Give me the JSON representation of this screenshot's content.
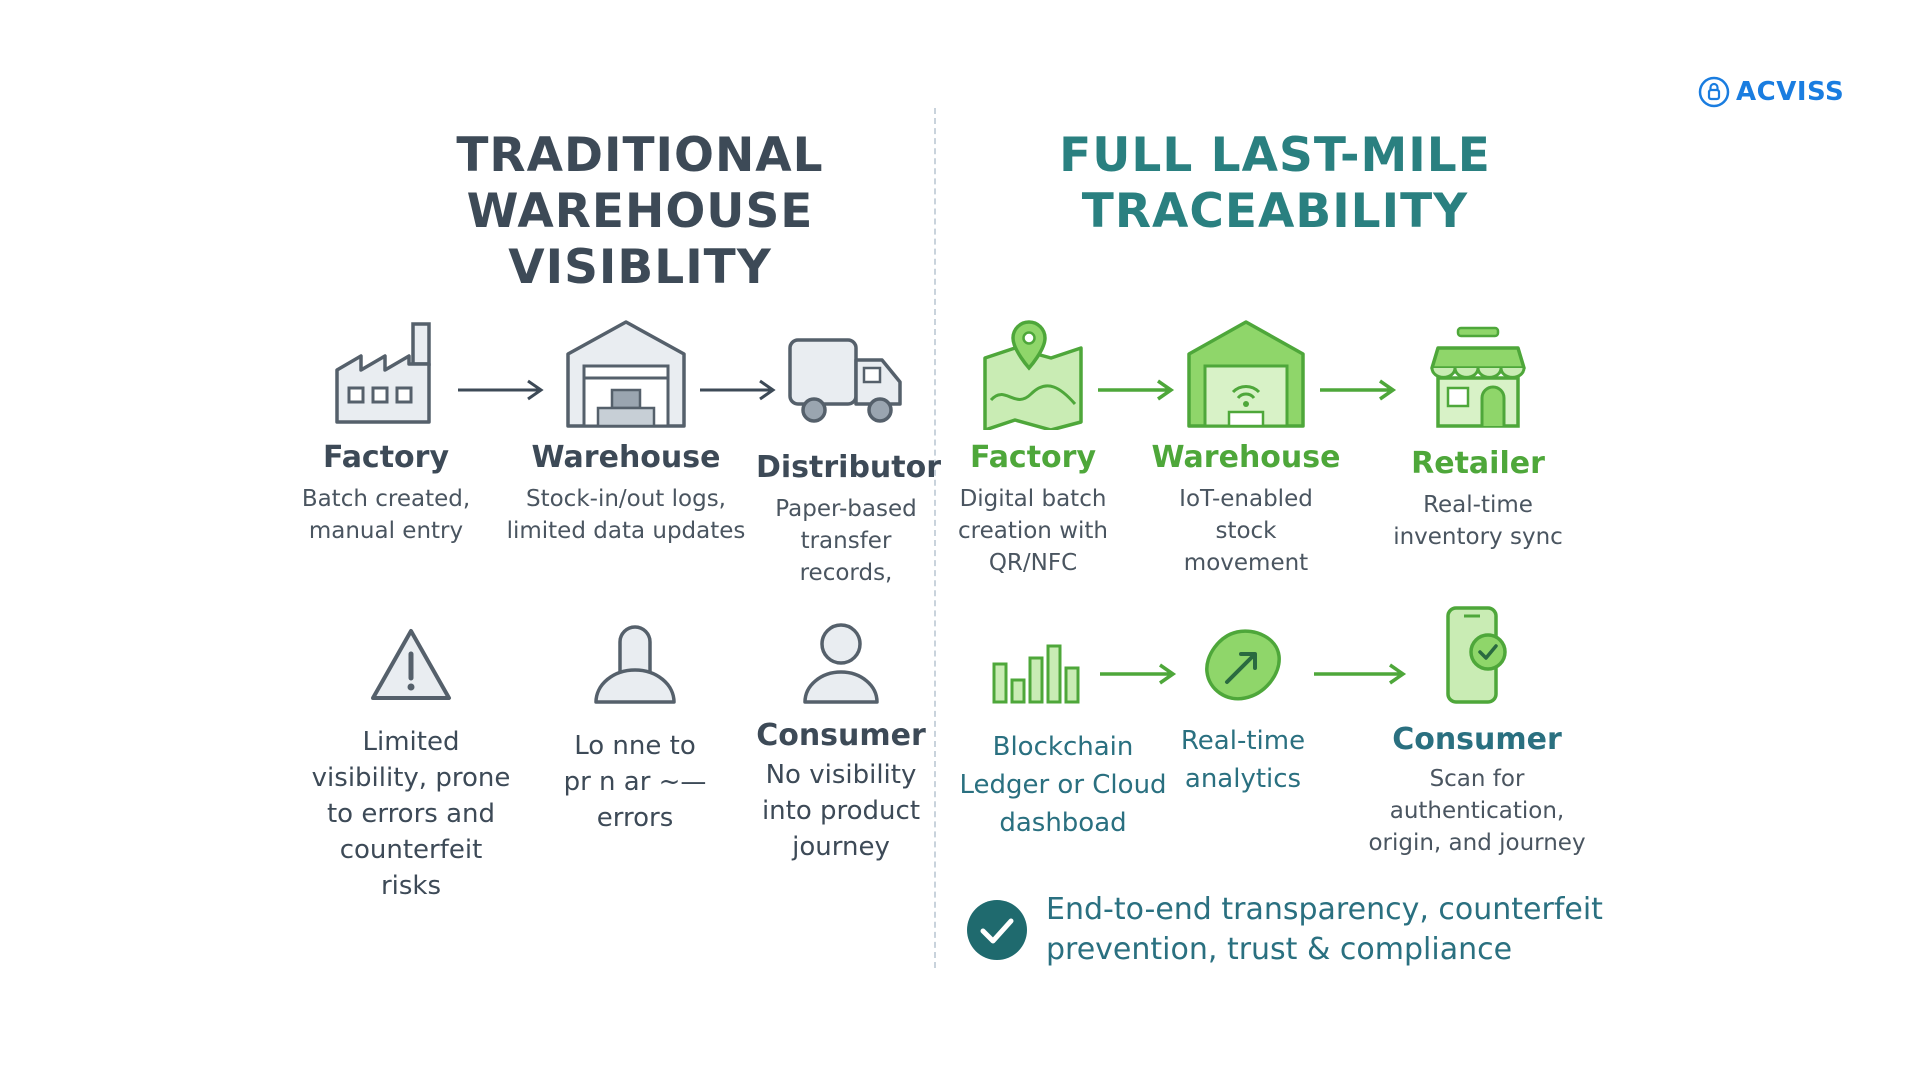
{
  "brand": {
    "logo_text": "ACVISS",
    "accent": "#1a7de0"
  },
  "colors": {
    "gray": "#5b6670",
    "green": "#4ea73a",
    "teal": "#2a7080"
  },
  "traditional": {
    "heading_line1": "TRADITIONAL",
    "heading_line2": "WAREHOUSE VISIBLITY",
    "row1": [
      {
        "title": "Factory",
        "desc": "Batch created, manual entry",
        "icon": "factory-icon"
      },
      {
        "title": "Warehouse",
        "desc": "Stock-in/out logs, limited data updates",
        "icon": "warehouse-icon"
      },
      {
        "title": "Distributor",
        "desc": "Paper-based transfer records,",
        "icon": "truck-icon"
      }
    ],
    "row2": [
      {
        "title": "",
        "desc": "Limited visibility, prone to errors and counterfeit risks",
        "icon": "warning-icon"
      },
      {
        "title": "",
        "desc": "Lo nne to pr n ar ~— errors",
        "icon": "person-icon"
      },
      {
        "title": "Consumer",
        "desc": "No visibility into product journey",
        "icon": "user-icon"
      }
    ]
  },
  "traceability": {
    "heading_line1": "FULL LAST-MILE",
    "heading_line2": "TRACEABILITY",
    "row1": [
      {
        "title": "Factory",
        "desc": "Digital batch creation with QR/NFC",
        "icon": "map-pin-icon"
      },
      {
        "title": "Warehouse",
        "desc": "IoT-enabled stock movement",
        "icon": "smart-warehouse-icon"
      },
      {
        "title": "Retailer",
        "desc": "Real-time inventory sync",
        "icon": "store-icon"
      }
    ],
    "row2": [
      {
        "title": "Blockchain Ledger or Cloud dashboad",
        "desc": "",
        "icon": "bar-chart-icon"
      },
      {
        "title": "Real-time analytics",
        "desc": "",
        "icon": "analytics-icon"
      },
      {
        "title": "Consumer",
        "desc": "Scan for authentication, origin, and journey",
        "icon": "phone-check-icon"
      }
    ],
    "footer": "End-to-end transparency, counterfeit prevention, trust & compliance"
  }
}
